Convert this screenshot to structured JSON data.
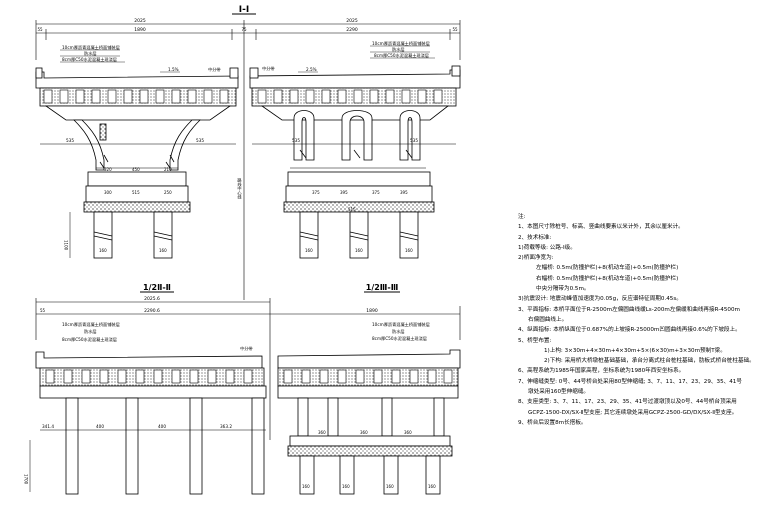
{
  "sections": {
    "s1": {
      "title": "I-I"
    },
    "s2": {
      "title": "1/2Ⅱ-Ⅱ"
    },
    "s3": {
      "title": "1/2Ⅲ-Ⅲ"
    }
  },
  "dims": {
    "total_left": "2025",
    "total_right": "2025",
    "s1_left_width": "1890",
    "s1_right_width": "2290",
    "s1_gap": "75",
    "edge": "55",
    "deck_label_left": "10cm厚沥青混凝土桥面铺装层",
    "deck_label_waterproof": "防水层",
    "deck_label_concrete": "8cm厚C50水泥混凝土现浇层",
    "slope_left": "1.5%",
    "slope_right": "2.5%",
    "median_label": "中分带",
    "s1_bottom_left": "535",
    "s1_bottom_center": "535",
    "s1_bottom_right": "535",
    "cap_a": "320",
    "cap_b": "450",
    "cap_c": "210",
    "pile_a": "300",
    "pile_b": "515",
    "pile_c": "250",
    "pier_mid": "375",
    "pier_mid2": "395",
    "pile_d": "160",
    "height": "1100",
    "axis_label": "路线中心线",
    "s2_total": "2025.6",
    "s2_left": "2290.6",
    "s3_right": "1890",
    "s2_offset_l": "341.4",
    "s2_col_a": "400",
    "s2_col_b": "400",
    "s2_col_c": "363.2",
    "s2_height": "1700",
    "s3_col_a": "360",
    "s3_col_b": "360",
    "s3_col_c": "360"
  },
  "notes": {
    "heading": "注:",
    "items": [
      "1、本图尺寸除桩号、标高、竖曲线要素以米计外，其余以厘米计。",
      "2、技术标准:",
      "1)荷载等级: 公路-I级。",
      "2)桥面净宽为:",
      "左幅桥: 0.5m(防撞护栏)+8(机动车道)+0.5m(防撞护栏)",
      "右幅桥: 0.5m(防撞护栏)+8(机动车道)+0.5m(防撞护栏)",
      "中央分隔带为0.5m。",
      "3)抗震设计: 地震动峰值加速度为0.05g，反应谱特征周期0.45s。",
      "3、平面指标: 本桥平面位于R-2500m左偏圆曲线缓Ls-200m左偏缓和曲线再接R-4500m",
      "右偏圆曲线上。",
      "4、纵面指标: 本桥纵面位于0.687%的上坡接R-25000m凹圆曲线再接0.6%的下坡段上。",
      "5、桥型布置:",
      "1)上构: 3×30m+4×30m+4×30m+5×(6×30)m+3×30m预制T梁。",
      "2)下构: 采用桥大桥墩桩基础基础，承台分离式柱台桩柱基础，肋板式桥台桩柱基础。",
      "6、高程系统为1985年国家高程，坐标系统为1980年西安坐标系。",
      "7、伸缩缝类型: 0号、44号桥台处采用80型伸缩缝; 3、7、11、17、23、29、35、41号",
      "墩处采用160型伸缩缝。",
      "8、支座类型: 3、7、11、17、23、29、35、41号过渡墩顶以及0号、44号桥台顶采用",
      "GCPZ-1500-DX/SX-Ⅱ型支座; 其它连续墩处采用GCPZ-2500-GD/DX/SX-Ⅱ型支座。",
      "9、桥台后设置8m长搭板。"
    ]
  }
}
